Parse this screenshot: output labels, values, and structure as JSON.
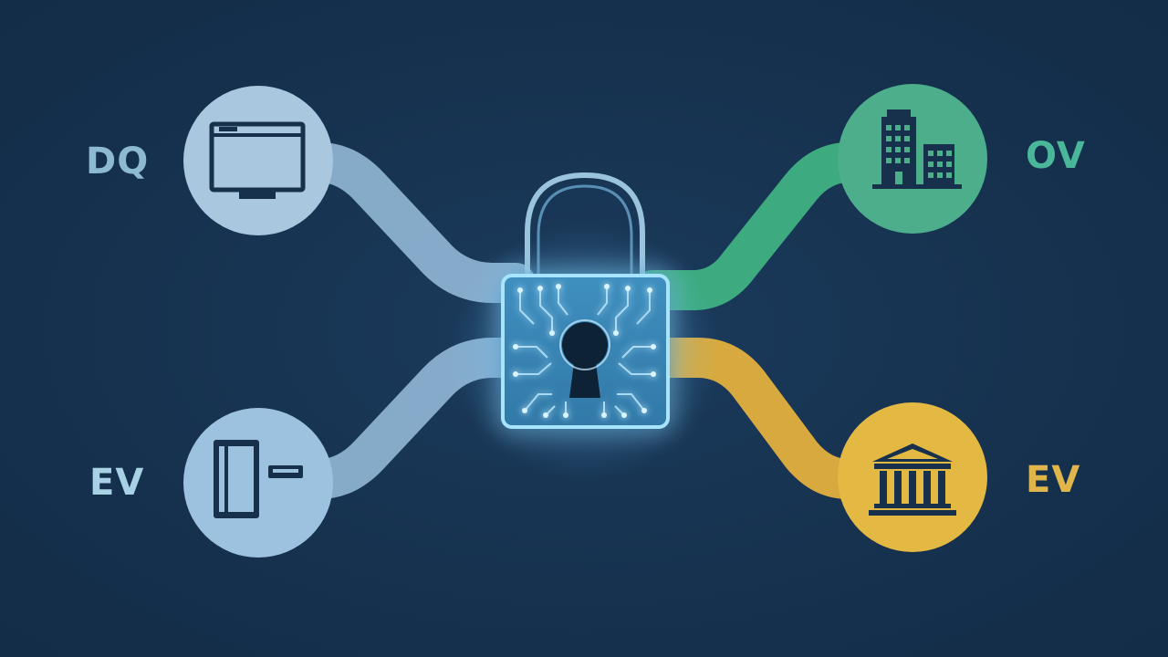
{
  "nodes": {
    "top_left": {
      "label": "DQ",
      "icon": "browser-window-icon",
      "color": "#a9c7de"
    },
    "bottom_left": {
      "label": "EV",
      "icon": "id-card-icon",
      "color": "#9cc2e0"
    },
    "top_right": {
      "label": "OV",
      "icon": "office-buildings-icon",
      "color": "#4dae8c"
    },
    "bottom_right": {
      "label": "EV",
      "icon": "bank-building-icon",
      "color": "#e3b843"
    }
  },
  "center": {
    "icon": "circuit-padlock-icon",
    "glow_color": "#5fc7ff"
  },
  "background_color": "#16324f"
}
